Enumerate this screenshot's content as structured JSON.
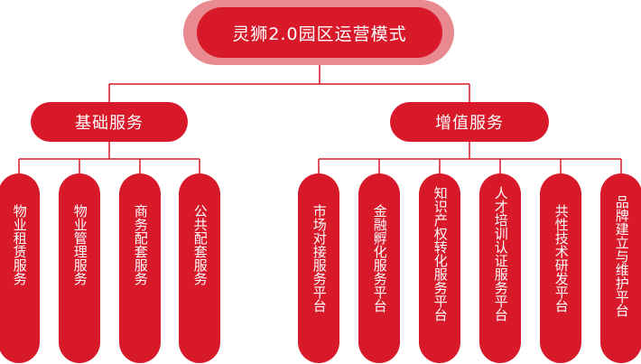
{
  "root": {
    "label": "灵狮2.0园区运营模式"
  },
  "groups": [
    {
      "label": "基础服务",
      "items": [
        {
          "label": "物业租赁服务"
        },
        {
          "label": "物业管理服务"
        },
        {
          "label": "商务配套服务"
        },
        {
          "label": "公共配套服务"
        }
      ]
    },
    {
      "label": "增值服务",
      "items": [
        {
          "label": "市场对接服务平台"
        },
        {
          "label": "金融孵化服务平台"
        },
        {
          "label": "知识产权转化服务平台"
        },
        {
          "label": "人才培训认证服务平台"
        },
        {
          "label": "共性技术研发平台"
        },
        {
          "label": "品牌建立与维护平台"
        }
      ]
    }
  ],
  "colors": {
    "accent": "#d7192a",
    "halo": "#e88a90",
    "line": "#d7192a"
  }
}
